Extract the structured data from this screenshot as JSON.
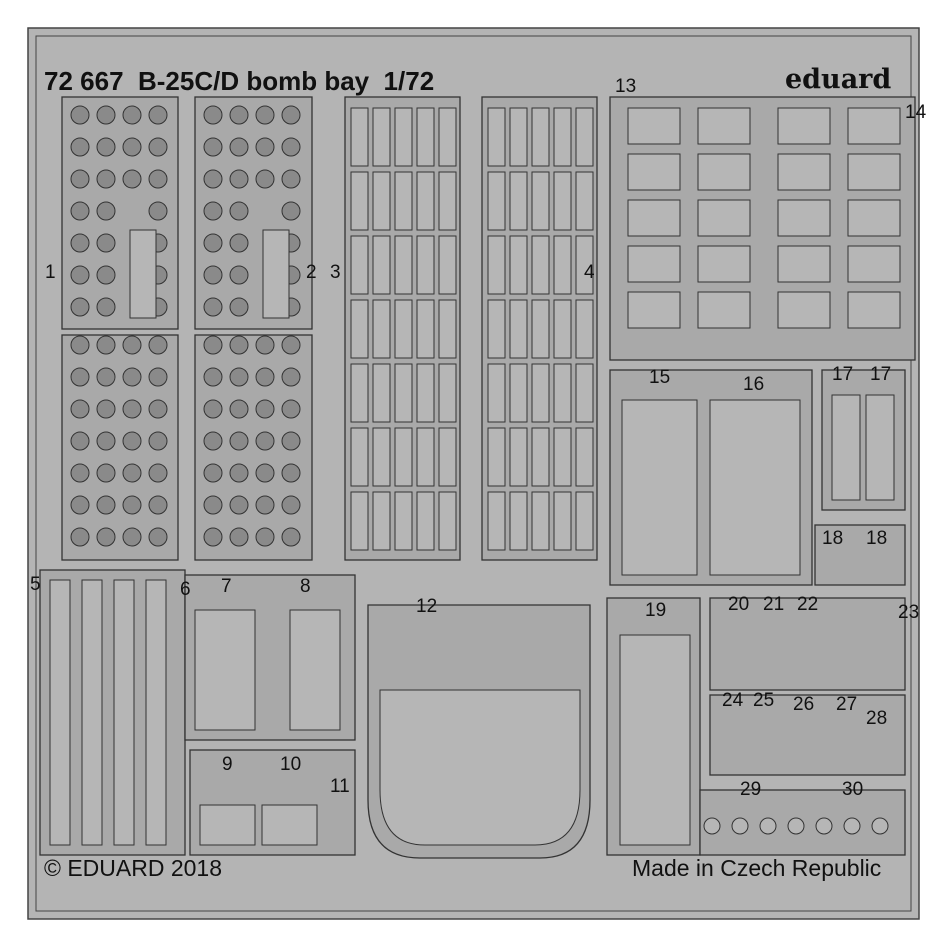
{
  "header": {
    "title": "72 667  B-25C/D bomb bay  1/72",
    "brand": "eduard"
  },
  "footer": {
    "copyright": "© EDUARD 2018",
    "origin": "Made in Czech Republic"
  },
  "part_numbers": [
    "1",
    "2",
    "3",
    "4",
    "5",
    "6",
    "7",
    "8",
    "9",
    "10",
    "11",
    "12",
    "13",
    "14",
    "15",
    "16",
    "17",
    "17",
    "18",
    "18",
    "19",
    "20",
    "21",
    "22",
    "23",
    "24",
    "25",
    "26",
    "27",
    "28",
    "29",
    "30"
  ],
  "colors": {
    "fret": "#b4b4b4",
    "part": "#a9a9a9",
    "outline": "#333333"
  }
}
